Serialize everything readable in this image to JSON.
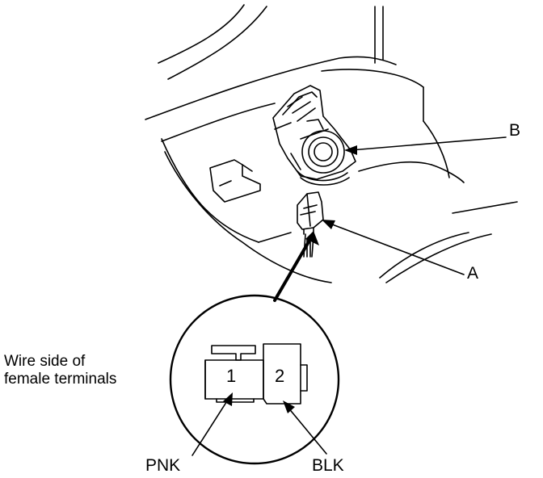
{
  "labels": {
    "part_b": "B",
    "part_a": "A",
    "pin_1": "1",
    "pin_2": "2",
    "wire_pnk": "PNK",
    "wire_blk": "BLK",
    "caption_line1": "Wire side of",
    "caption_line2": "female terminals"
  },
  "colors": {
    "ink": "#000000",
    "paper": "#ffffff"
  }
}
